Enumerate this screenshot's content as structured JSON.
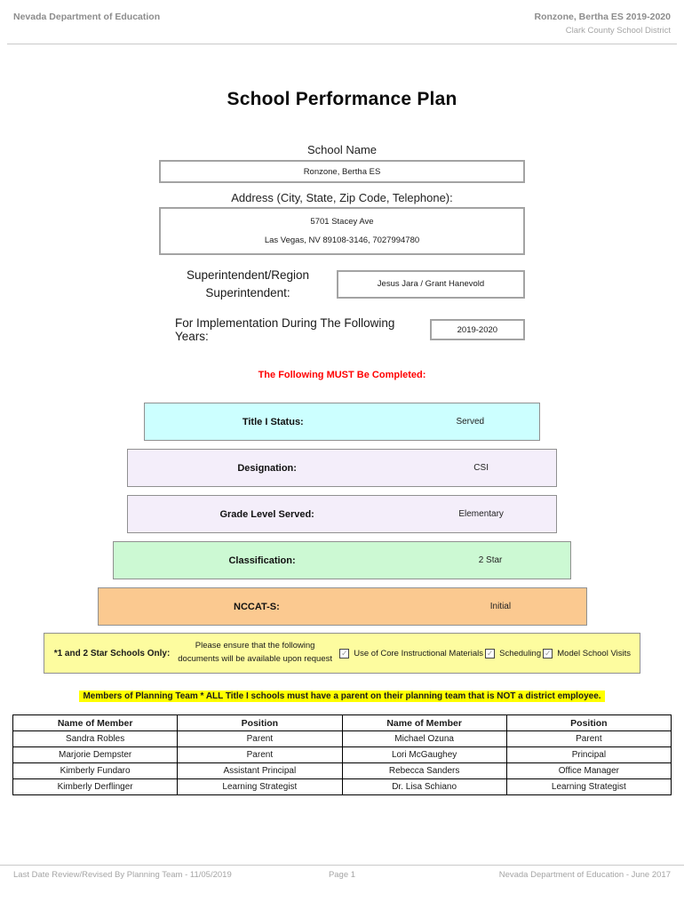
{
  "header": {
    "left": "Nevada Department of Education",
    "right_line1": "Ronzone, Bertha ES  2019-2020",
    "right_line2": "Clark County School District"
  },
  "title": "School Performance Plan",
  "school": {
    "name_label": "School Name",
    "name_value": "Ronzone, Bertha ES",
    "address_label": "Address (City, State, Zip Code, Telephone):",
    "address_line1": "5701 Stacey Ave",
    "address_line2": "Las Vegas, NV  89108-3146, 7027994780",
    "superintendent_label_line1": "Superintendent/Region",
    "superintendent_label_line2": "Superintendent:",
    "superintendent_value": "Jesus Jara / Grant Hanevold",
    "implementation_label": "For Implementation During The Following Years:",
    "implementation_value": "2019-2020"
  },
  "must_complete_notice": "The Following MUST Be Completed:",
  "status_rows": [
    {
      "label": "Title I Status:",
      "value": "Served",
      "bg": "#ccffff"
    },
    {
      "label": "Designation:",
      "value": "CSI",
      "bg": "#f4eefa"
    },
    {
      "label": "Grade Level Served:",
      "value": "Elementary",
      "bg": "#f4eefa"
    },
    {
      "label": "Classification:",
      "value": "2 Star",
      "bg": "#ccf9d3"
    },
    {
      "label": "NCCAT-S:",
      "value": "Initial",
      "bg": "#fbc990"
    }
  ],
  "star_schools_row": {
    "bg": "#fdfc9f",
    "label": "*1 and 2 Star Schools Only:",
    "note_line1": "Please ensure that the following",
    "note_line2": "documents will be available upon request",
    "checkboxes": [
      {
        "label": "Use of Core Instructional Materials",
        "checked": true
      },
      {
        "label": "Scheduling",
        "checked": true
      },
      {
        "label": "Model School Visits",
        "checked": true
      }
    ]
  },
  "icons": {
    "checkmark": "✓"
  },
  "planning_team_notice": "Members of Planning Team * ALL Title I schools must have a parent on their planning team that is NOT a district employee.",
  "planning_table": {
    "headers": [
      "Name of Member",
      "Position",
      "Name of Member",
      "Position"
    ],
    "rows": [
      [
        "Sandra Robles",
        "Parent",
        "Michael Ozuna",
        "Parent"
      ],
      [
        "Marjorie Dempster",
        "Parent",
        "Lori McGaughey",
        "Principal"
      ],
      [
        "Kimberly Fundaro",
        "Assistant Principal",
        "Rebecca Sanders",
        "Office Manager"
      ],
      [
        "Kimberly Derflinger",
        "Learning Strategist",
        "Dr. Lisa Schiano",
        "Learning Strategist"
      ]
    ]
  },
  "footer": {
    "left": "Last Date Review/Revised By Planning Team - 11/05/2019",
    "center": "Page 1",
    "right": "Nevada Department of Education - June 2017"
  },
  "colors": {
    "highlight_yellow": "#ffff00",
    "row_yellow": "#fdfc9f",
    "title_i_cyan": "#ccffff",
    "designation_lavender": "#f4eefa",
    "classification_green": "#ccf9d3",
    "nccats_orange": "#fbc990",
    "notice_red": "#ff0000",
    "header_gray": "#8d8d8d"
  }
}
